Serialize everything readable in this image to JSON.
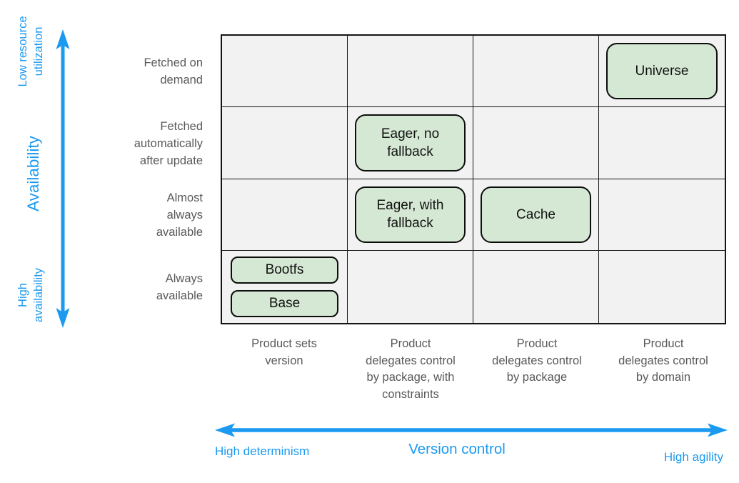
{
  "colors": {
    "accent_blue": "#1b9af0",
    "node_fill": "#d5e8d4",
    "node_border": "#0d0d0d",
    "cell_fill": "#f2f2f2",
    "grid_line": "#141414",
    "label_gray": "#595959"
  },
  "vertical_axis": {
    "top_label": "Low resource\nutilization",
    "title": "Availability",
    "bottom_label": "High\navailability"
  },
  "horizontal_axis": {
    "left_label": "High determinism",
    "title": "Version control",
    "right_label": "High agility"
  },
  "rows": [
    {
      "label": "Fetched on\ndemand"
    },
    {
      "label": "Fetched\nautomatically\nafter update"
    },
    {
      "label": "Almost\nalways\navailable"
    },
    {
      "label": "Always\navailable"
    }
  ],
  "columns": [
    {
      "label": "Product sets\nversion"
    },
    {
      "label": "Product\ndelegates control\nby package, with\nconstraints"
    },
    {
      "label": "Product\ndelegates control\nby package"
    },
    {
      "label": "Product\ndelegates control\nby domain"
    }
  ],
  "nodes": [
    {
      "label": "Universe",
      "row": 1,
      "col": 4
    },
    {
      "label": "Eager, no\nfallback",
      "row": 2,
      "col": 2
    },
    {
      "label": "Eager, with\nfallback",
      "row": 3,
      "col": 2
    },
    {
      "label": "Cache",
      "row": 3,
      "col": 3
    },
    {
      "label": "Bootfs",
      "row": 4,
      "col": 1
    },
    {
      "label": "Base",
      "row": 4,
      "col": 1
    }
  ]
}
